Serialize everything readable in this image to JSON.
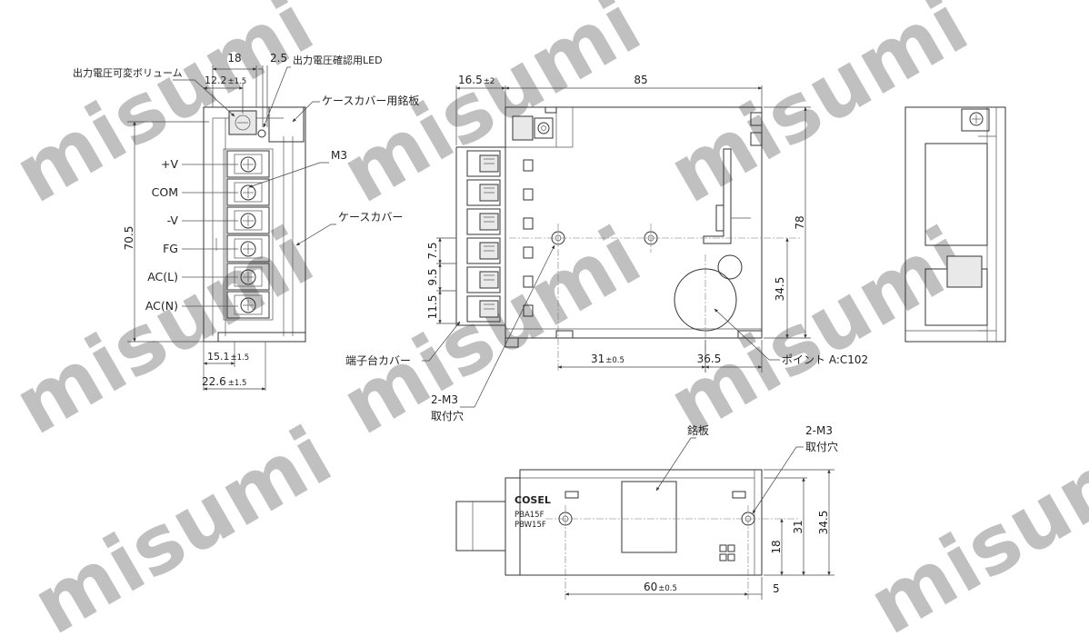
{
  "watermark": "misumi",
  "front_view": {
    "dimensions": {
      "width_18": "18",
      "led_offset": "2.5",
      "vol_offset": "12.2",
      "vol_tol": "±1.5",
      "height": "70.5",
      "bottom_offset": "15.1",
      "bottom_tol": "±1.5",
      "base_width": "22.6",
      "base_tol": "±1.5"
    },
    "callouts": {
      "volume": "出力電圧可変ボリューム",
      "led": "出力電圧確認用LED",
      "nameplate": "ケースカバー用銘板",
      "screw": "M3",
      "case_cover": "ケースカバー",
      "terminal_cover": "端子台カバー"
    },
    "terminals": [
      "+V",
      "COM",
      "-V",
      "FG",
      "AC(L)",
      "AC(N)"
    ]
  },
  "side_view": {
    "dimensions": {
      "offset": "16.5",
      "offset_tol": "±2",
      "length": "85",
      "height": "78",
      "hole_height": "34.5",
      "hole_x": "31",
      "hole_x_tol": "±0.5",
      "hole_spacing": "36.5",
      "pitch_1": "7.5",
      "pitch_2": "9.5",
      "pitch_3": "11.5"
    },
    "callouts": {
      "mount_holes_1": "2-M3",
      "mount_holes_2": "取付穴",
      "point": "ポイント A:C102"
    }
  },
  "bottom_view": {
    "callouts": {
      "nameplate": "銘板",
      "mount_holes_1": "2-M3",
      "mount_holes_2": "取付穴"
    },
    "brand": "COSEL",
    "models": [
      "PBA15F",
      "PBW15F"
    ],
    "dimensions": {
      "hole_spacing": "60",
      "hole_spacing_tol": "±0.5",
      "edge": "5",
      "hole_y": "18",
      "hole_y2": "31",
      "depth": "34.5"
    }
  }
}
